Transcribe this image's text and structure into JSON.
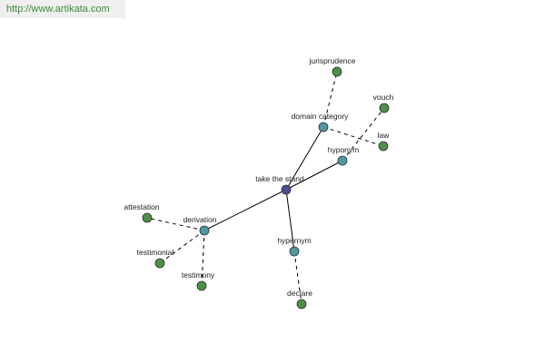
{
  "header": {
    "url": "http://www.artikata.com"
  },
  "colors": {
    "center": "#4a4f96",
    "relation": "#4e9aa0",
    "leaf": "#4e8f47",
    "url_text": "#3a8a3a"
  },
  "graph": {
    "center": {
      "id": "take_the_stand",
      "label": "take the stand"
    },
    "relations": [
      {
        "id": "domain_category",
        "label": "domain category"
      },
      {
        "id": "hyponym",
        "label": "hyponym"
      },
      {
        "id": "derivation",
        "label": "derivation"
      },
      {
        "id": "hypernym",
        "label": "hypernym"
      }
    ],
    "leaves": [
      {
        "id": "jurisprudence",
        "label": "jurisprudence",
        "relation": "domain_category"
      },
      {
        "id": "law",
        "label": "law",
        "relation": "domain_category"
      },
      {
        "id": "vouch",
        "label": "vouch",
        "relation": "hyponym"
      },
      {
        "id": "attestation",
        "label": "attestation",
        "relation": "derivation"
      },
      {
        "id": "testimonial",
        "label": "testimonial",
        "relation": "derivation"
      },
      {
        "id": "testimony",
        "label": "testimony",
        "relation": "derivation"
      },
      {
        "id": "declare",
        "label": "declare",
        "relation": "hypernym"
      }
    ]
  }
}
